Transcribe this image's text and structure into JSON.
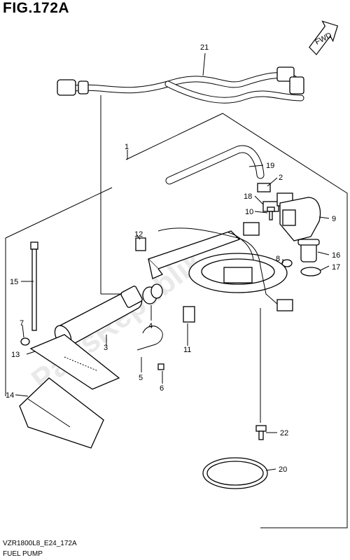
{
  "figure": {
    "title": "FIG.172A",
    "footer_code": "VZR1800L8_E24_172A",
    "footer_name": "FUEL PUMP",
    "direction_label": "FWD",
    "watermark": "PartsRepublik"
  },
  "callouts": [
    "1",
    "2",
    "3",
    "4",
    "5",
    "6",
    "7",
    "8",
    "9",
    "10",
    "11",
    "12",
    "13",
    "14",
    "15",
    "16",
    "17",
    "18",
    "19",
    "20",
    "21",
    "22"
  ]
}
